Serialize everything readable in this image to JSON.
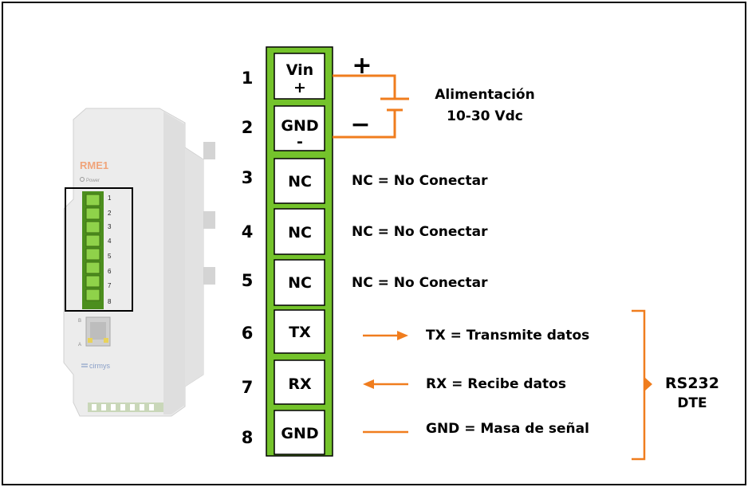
{
  "device": {
    "model": "RME1",
    "power_label": "Power",
    "terminal_numbers": [
      "1",
      "2",
      "3",
      "4",
      "5",
      "6",
      "7",
      "8"
    ],
    "port_labels": [
      "B",
      "A"
    ],
    "brand": "cirmys"
  },
  "terminals": [
    {
      "number": "1",
      "label": "Vin",
      "sign": "+"
    },
    {
      "number": "2",
      "label": "GND",
      "sign": "-"
    },
    {
      "number": "3",
      "label": "NC"
    },
    {
      "number": "4",
      "label": "NC"
    },
    {
      "number": "5",
      "label": "NC"
    },
    {
      "number": "6",
      "label": "TX"
    },
    {
      "number": "7",
      "label": "RX"
    },
    {
      "number": "8",
      "label": "GND"
    }
  ],
  "power_supply": {
    "plus": "+",
    "minus": "−",
    "title": "Alimentación",
    "range": "10-30 Vdc"
  },
  "descriptions": {
    "nc3": "NC = No Conectar",
    "nc4": "NC = No Conectar",
    "nc5": "NC = No Conectar",
    "tx": "TX = Transmite datos",
    "rx": "RX = Recibe datos",
    "gnd": "GND = Masa de señal"
  },
  "rs232": {
    "title": "RS232",
    "subtitle": "DTE"
  },
  "colors": {
    "terminal_green": "#74c32b",
    "wire_orange": "#f07d1e",
    "text": "#000000",
    "device_grey": "#e4e4e4"
  }
}
